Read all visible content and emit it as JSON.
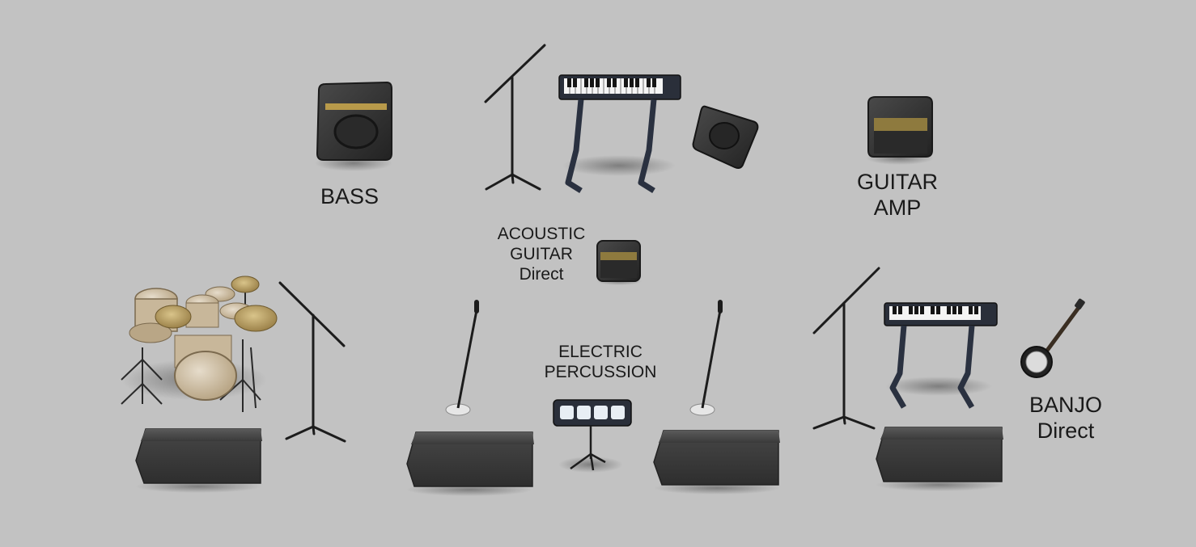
{
  "labels": {
    "bass": "BASS",
    "guitar_amp": [
      "GUITAR",
      "AMP"
    ],
    "acoustic_guitar": [
      "ACOUSTIC",
      "GUITAR",
      "Direct"
    ],
    "electric_percussion": [
      "ELECTRIC",
      "PERCUSSION"
    ],
    "banjo": [
      "BANJO",
      "Direct"
    ]
  },
  "colors": {
    "background": "#c2c2c2",
    "text": "#1a1a1a",
    "wedge": "#3e3e3e",
    "amp_grille": "#2a2a2a",
    "amp_trim": "#b89a4a",
    "drum_shell": "#c8b79a",
    "cymbal": "#b49a5e",
    "stand": "#1c1c1c",
    "keyboard_stand": "#2a3140"
  },
  "icons": [
    "bass-amp-icon",
    "mic-stand-icon",
    "keyboard-icon",
    "monitor-speaker-icon",
    "guitar-amp-icon",
    "acoustic-di-box-icon",
    "drum-kit-icon",
    "boom-mic-stand-icon",
    "straight-mic-stand-icon",
    "percussion-pad-icon",
    "banjo-icon",
    "wedge-monitor-icon"
  ]
}
